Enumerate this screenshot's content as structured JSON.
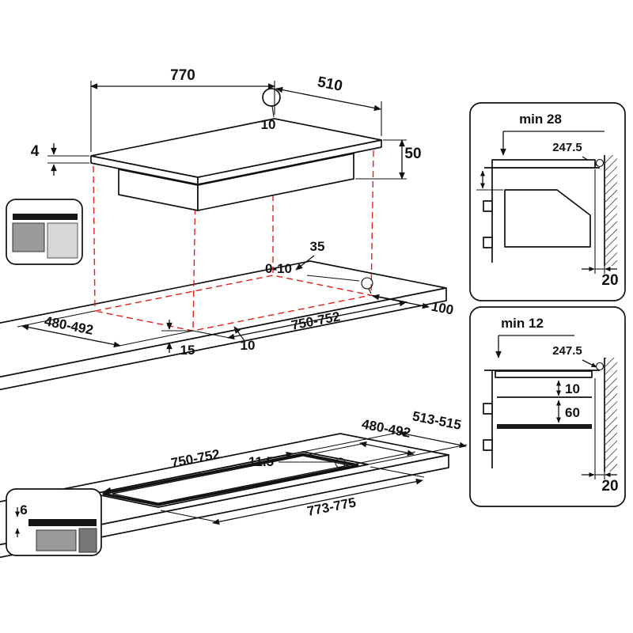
{
  "colors": {
    "line": "#111111",
    "red": "#e2231a",
    "grey_mid": "#9a9a9a",
    "grey_light": "#d8d8d8",
    "grey_dark": "#777777"
  },
  "top_view": {
    "hob_width": "770",
    "hob_depth": "510",
    "hole_offset": "10",
    "hob_height": "50",
    "glass_thickness": "4",
    "corner_offset": "35",
    "corner_radius_range": "0-10",
    "rear_clearance": "100",
    "cutout_depth": "480-492",
    "cutout_width": "750-752",
    "front_clearance": "15",
    "corner_radius": "10"
  },
  "flush_view": {
    "recess_outer_depth": "513-515",
    "cutout_depth": "480-492",
    "cutout_width": "750-752",
    "ledge_width": "11.5",
    "recess_outer_width": "773-775",
    "glass_thickness": "6"
  },
  "side_detail_top": {
    "min_clearance": "min 28",
    "panel_depth": "247.5",
    "wall_gap": "20"
  },
  "side_detail_flush": {
    "min_clearance": "min 12",
    "panel_depth": "247.5",
    "gap_below_hob": "10",
    "shelf_clearance": "60",
    "wall_gap": "20"
  }
}
